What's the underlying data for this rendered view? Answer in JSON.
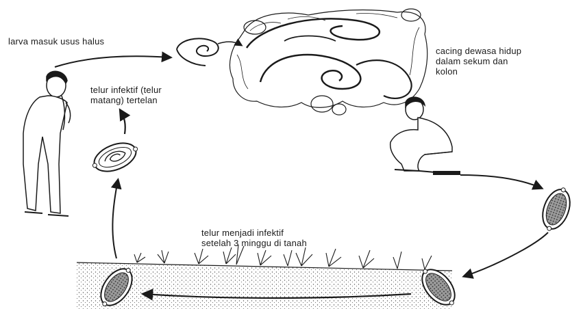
{
  "labels": {
    "larva": "larva masuk usus halus",
    "adult": [
      "cacing dewasa hidup",
      "dalam sekum dan",
      "kolon"
    ],
    "eaten": [
      "telur infektif (telur",
      "matang) tertelan"
    ],
    "infective": [
      "telur menjadi infektif",
      "setelah 3 minggu di tanah"
    ]
  },
  "colors": {
    "ink": "#1a1a1a",
    "paper": "#ffffff",
    "egg_fill": "#8a8a8a",
    "soil": "#555555"
  },
  "icons": [
    "intestine-illustration",
    "standing-man-illustration",
    "squatting-man-illustration",
    "egg-icon",
    "larva-icon",
    "grass-soil-illustration"
  ]
}
